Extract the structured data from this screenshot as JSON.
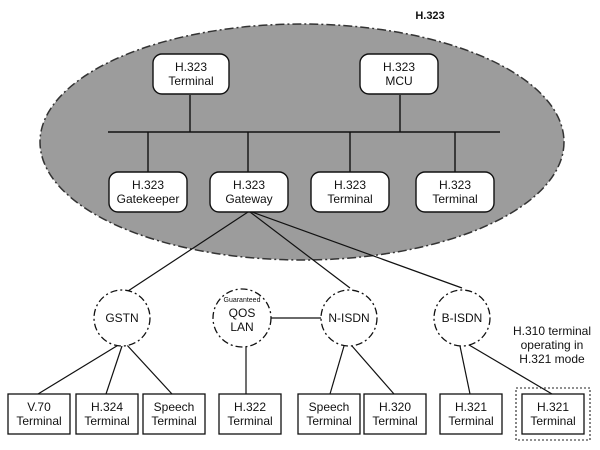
{
  "diagram": {
    "region_label": "H.323",
    "top_nodes": {
      "terminal": "H.323\nTerminal",
      "mcu": "H.323\nMCU"
    },
    "zone_nodes": {
      "gatekeeper": "H.323\nGatekeeper",
      "gateway": "H.323\nGateway",
      "terminal_a": "H.323\nTerminal",
      "terminal_b": "H.323\nTerminal"
    },
    "networks": {
      "gstn": "GSTN",
      "qos_lan_small": "Guaranteed",
      "qos_lan": "QOS\nLAN",
      "n_isdn": "N-ISDN",
      "b_isdn": "B-ISDN"
    },
    "terminals": {
      "v70": "V.70\nTerminal",
      "h324": "H.324\nTerminal",
      "speech_gstn": "Speech\nTerminal",
      "h322": "H.322\nTerminal",
      "speech_isdn": "Speech\nTerminal",
      "h320": "H.320\nTerminal",
      "h321": "H.321\nTerminal",
      "h321_mode": "H.321\nTerminal"
    },
    "annotation": "H.310 terminal\noperating in\nH.321 mode"
  }
}
